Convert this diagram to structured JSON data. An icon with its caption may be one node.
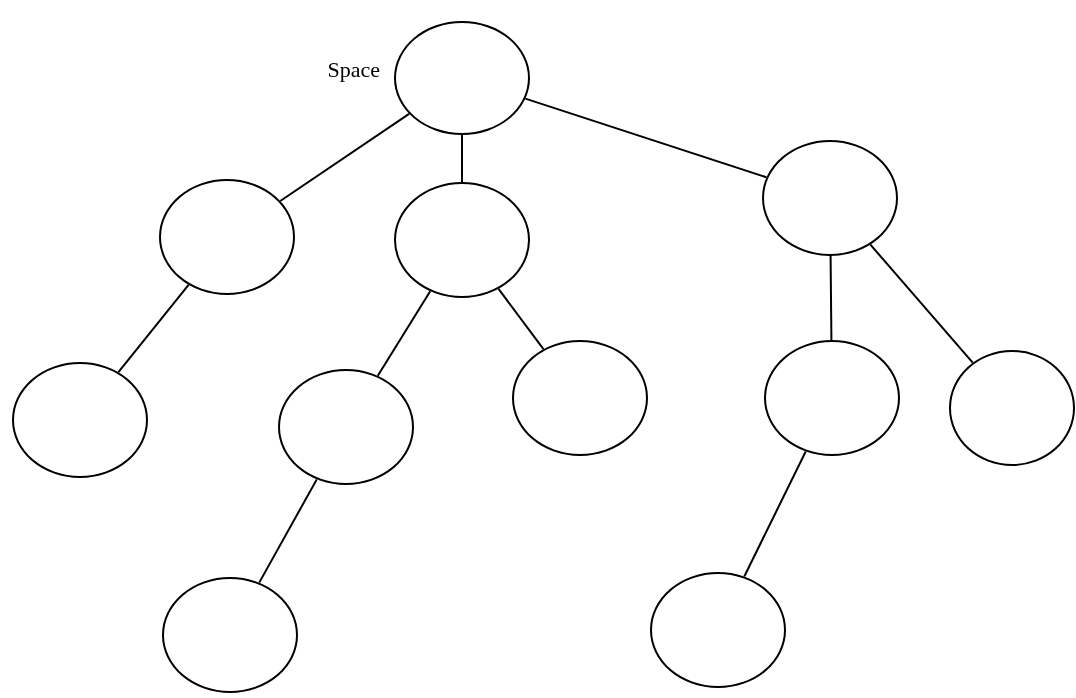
{
  "diagram": {
    "nodes": [
      {
        "text": [],
        "shape": "circle",
        "beside": [
          "Space"
        ]
      },
      {
        "text": [],
        "shape": "circle"
      },
      {
        "text": [],
        "shape": "circle"
      },
      {
        "text": [],
        "shape": "circle"
      },
      {
        "text": [],
        "shape": "circle"
      },
      {
        "text": [],
        "shape": "circle"
      },
      {
        "text": [],
        "shape": "circle"
      },
      {
        "text": [],
        "shape": "circle"
      },
      {
        "text": [],
        "shape": "circle"
      },
      {
        "text": [],
        "shape": "circle"
      },
      {
        "text": [],
        "shape": "circle"
      }
    ],
    "edges": [
      {
        "from": 0,
        "to": 1,
        "arrow": "none"
      },
      {
        "from": 0,
        "to": 2,
        "arrow": "none"
      },
      {
        "from": 0,
        "to": 3,
        "arrow": "none"
      },
      {
        "from": 1,
        "to": 4,
        "arrow": "none"
      },
      {
        "from": 2,
        "to": 5,
        "arrow": "none"
      },
      {
        "from": 2,
        "to": 6,
        "arrow": "none"
      },
      {
        "from": 3,
        "to": 7,
        "arrow": "none"
      },
      {
        "from": 3,
        "to": 8,
        "arrow": "none"
      },
      {
        "from": 5,
        "to": 9,
        "arrow": "none"
      },
      {
        "from": 7,
        "to": 10,
        "arrow": "none"
      }
    ]
  }
}
